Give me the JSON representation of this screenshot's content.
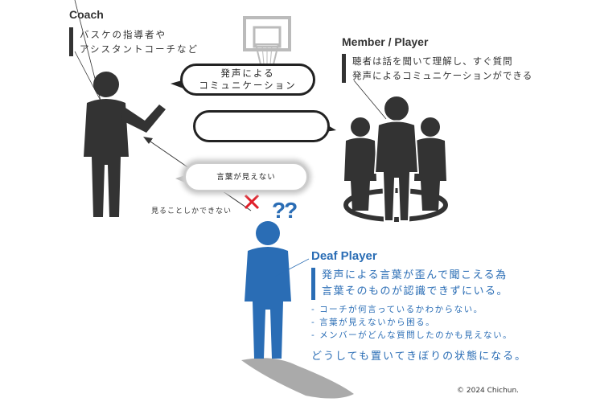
{
  "coach": {
    "title": "Coach",
    "desc_line1": "バスケの指導者や",
    "desc_line2": "アシスタントコーチなど"
  },
  "member": {
    "title": "Member / Player",
    "desc_line1": "聴者は話を聞いて理解し、すぐ質問",
    "desc_line2": "発声によるコミュニケーションができる"
  },
  "bubbles": {
    "voice_line1": "発声による",
    "voice_line2": "コミュニケーション",
    "empty": "",
    "unseen": "言葉が見えない"
  },
  "arrow_label": "見ることしかできない",
  "question_marks": "??",
  "deaf": {
    "title": "Deaf Player",
    "desc_line1": "発声による言葉が歪んで聞こえる為",
    "desc_line2": "言葉そのものが認識できずにいる。",
    "bullets": [
      "- コーチが何言っているかわからない。",
      "- 言葉が見えないから困る。",
      "- メンバーがどんな質問したのかも見えない。"
    ],
    "conclusion": "どうしても置いてきぼりの状態になる。"
  },
  "copyright": "© 2024 Chichun.",
  "colors": {
    "dark": "#333333",
    "blue": "#2a6db5",
    "red": "#e0202a"
  }
}
